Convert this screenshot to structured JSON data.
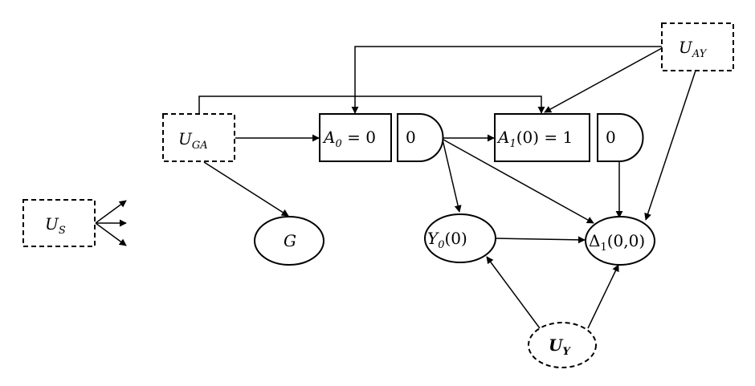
{
  "nodes": {
    "u_ay": {
      "base": "U",
      "sub": "AY"
    },
    "u_ga": {
      "base": "U",
      "sub": "GA"
    },
    "u_s": {
      "base": "U",
      "sub": "S"
    },
    "u_y": {
      "base": "U",
      "sub": "Y"
    },
    "a0": {
      "base": "A",
      "sub": "0",
      "rest": " = 0"
    },
    "a0_gate": {
      "value": "0"
    },
    "a1": {
      "base": "A",
      "sub": "1",
      "rest": "(0) = 1"
    },
    "a1_gate": {
      "value": "0"
    },
    "g": {
      "base": "G"
    },
    "y0": {
      "base": "Y",
      "sub": "0",
      "rest": "(0)"
    },
    "delta": {
      "base": "Δ",
      "sub": "1",
      "rest": "(0,0)"
    }
  }
}
